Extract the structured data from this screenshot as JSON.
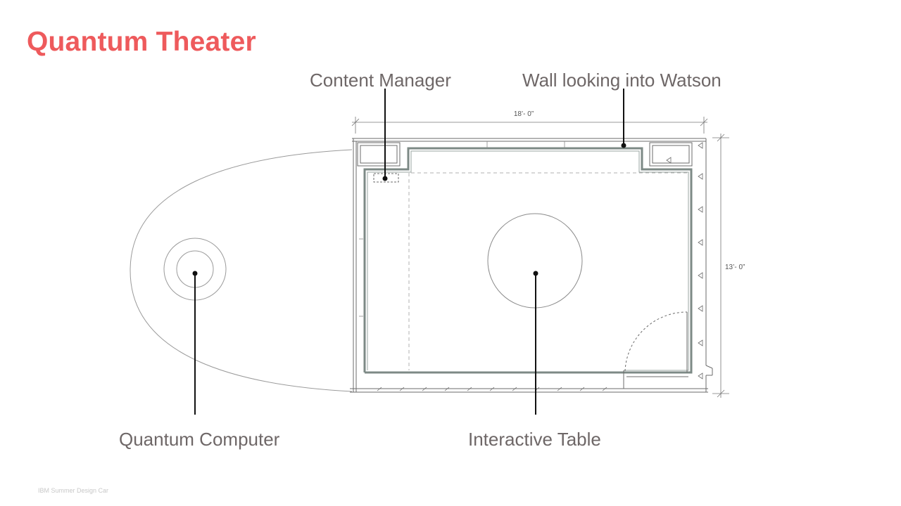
{
  "slide": {
    "title": "Quantum Theater",
    "footer": "IBM Summer Design Car"
  },
  "labels": {
    "content_manager": "Content Manager",
    "wall_watson": "Wall looking into Watson",
    "quantum_computer": "Quantum Computer",
    "interactive_table": "Interactive Table"
  },
  "dimensions": {
    "width": "18’- 0”",
    "height": "13’- 0”"
  },
  "colors": {
    "title": "#ee5a5c",
    "label": "#6e6767",
    "wall": "#7d8a86",
    "line": "#111111"
  }
}
